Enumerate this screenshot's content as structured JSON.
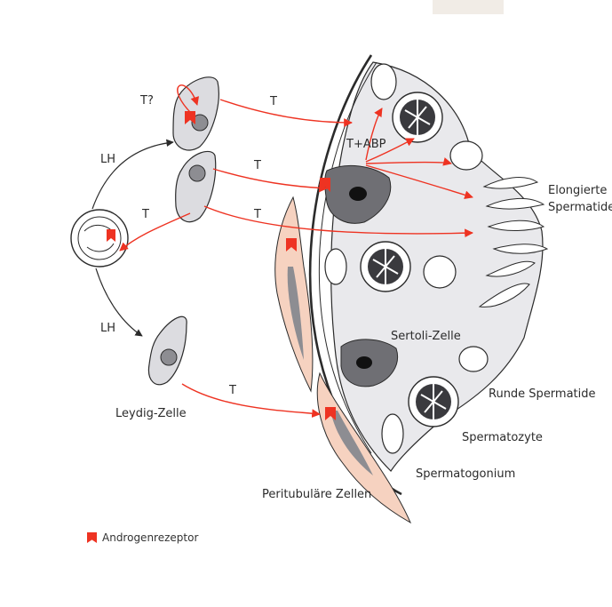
{
  "labels": {
    "t_question": "T?",
    "t": "T",
    "t_abp": "T+ABP",
    "lh": "LH",
    "elongated_spermatids_1": "Elongierte",
    "elongated_spermatids_2": "Spermatide",
    "sertoli_cell": "Sertoli-Zelle",
    "round_spermatids": "Runde Spermatide",
    "spermatocyte": "Spermatozyte",
    "spermatogonium": "Spermatogonium",
    "leydig_cell": "Leydig-Zelle",
    "peritubular_cells": "Peritubuläre Zellen"
  },
  "legend": {
    "androgen_receptor": "Androgenrezeptor"
  },
  "colors": {
    "arrow": "#ee3322",
    "peritubular_fill": "#f6d2c0",
    "tubule_fill": "#e7e7ea",
    "cell_fill": "#dcdce0",
    "sertoli_fill": "#6f6f74",
    "ink": "#2b2b2b"
  }
}
